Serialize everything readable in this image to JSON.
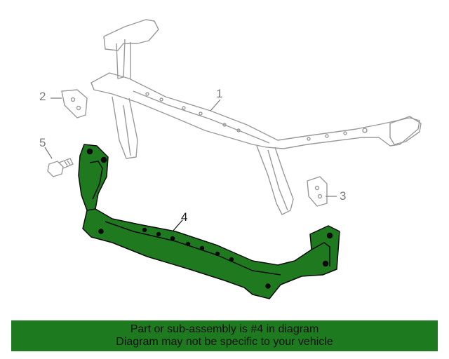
{
  "callouts": {
    "c1": "1",
    "c2": "2",
    "c3": "3",
    "c4": "4",
    "c5": "5"
  },
  "banner": {
    "line1": "Part or sub-assembly is #4 in diagram",
    "line2": "Diagram may not be specific to your vehicle",
    "color": "#1e7a1e"
  },
  "colors": {
    "highlight_part": "#1f7a1f",
    "outline": "#9a9a9a"
  }
}
